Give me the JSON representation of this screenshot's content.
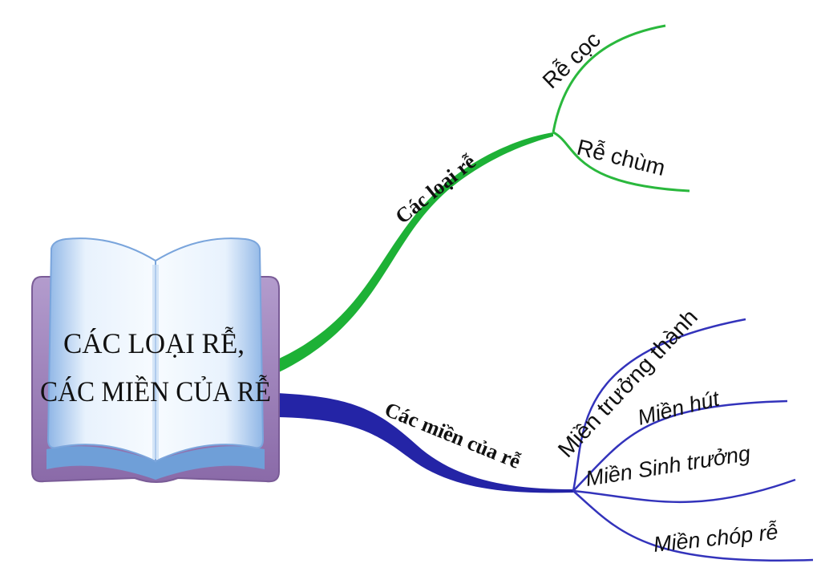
{
  "central_topic": {
    "line1": "CÁC LOẠI RỄ,",
    "line2": "CÁC MIỀN CỦA RỄ",
    "icon": "open-book-icon"
  },
  "colors": {
    "branch_top": "#1db136",
    "branch_bottom": "#2424a6",
    "leaf_top": "#2ab83d",
    "leaf_bottom": "#3333bb",
    "book_cover": "#9c7fb8",
    "book_page": "#a9c9ef"
  },
  "branches": [
    {
      "label": "Các loại rễ",
      "children": [
        "Rễ cọc",
        "Rễ chùm"
      ]
    },
    {
      "label": "Các miền của rễ",
      "children": [
        "Miền trưởng thành",
        "Miền hút",
        "Miền Sinh trưởng",
        "Miền chóp rễ"
      ]
    }
  ]
}
